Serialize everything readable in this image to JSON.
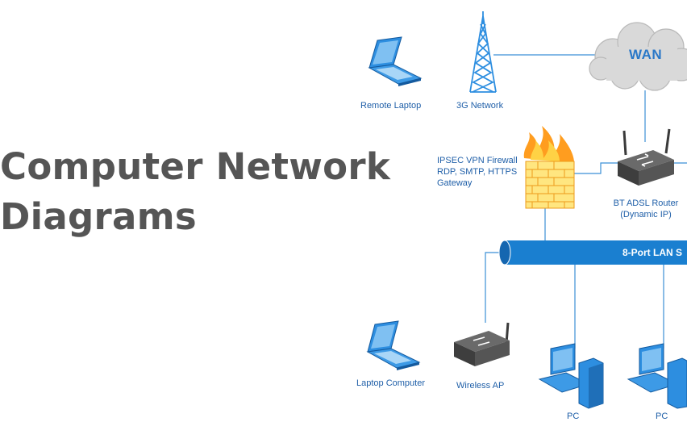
{
  "title": {
    "line1": "Computer Network",
    "line2": "Diagrams"
  },
  "nodes": {
    "remote_laptop": "Remote Laptop",
    "network_3g": "3G Network",
    "wan": "WAN",
    "firewall_line1": "IPSEC VPN Firewall",
    "firewall_line2": "RDP, SMTP, HTTPS",
    "firewall_line3": "Gateway",
    "router_line1": "BT ADSL Router",
    "router_line2": "(Dynamic IP)",
    "lan_switch": "8-Port LAN S",
    "laptop_computer": "Laptop Computer",
    "wireless_ap": "Wireless AP",
    "pc1": "PC",
    "pc2": "PC"
  },
  "colors": {
    "title": "#555555",
    "label": "#1f5fa8",
    "connector": "#3b8fd6",
    "switch_bar": "#1a7fd0",
    "device_blue": "#2d8ee0",
    "device_grey": "#4a4a4a"
  }
}
